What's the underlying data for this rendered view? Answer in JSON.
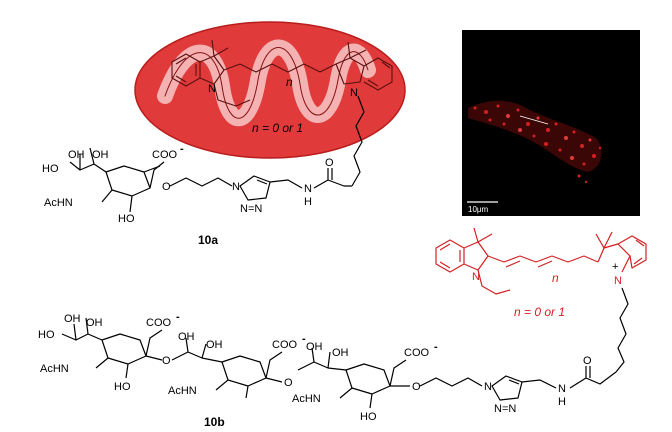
{
  "compound_a": {
    "label": "10a",
    "n_note": "n = 0 or 1",
    "n_index": "n",
    "atoms": {
      "coo": "COO",
      "charge_minus": "-",
      "oh1": "OH",
      "oh2": "OH",
      "ho1": "HO",
      "acnh": "AcHN",
      "ho2": "HO",
      "o_link": "O",
      "n_triazole": "N",
      "nn": "N=N",
      "nh": "N",
      "h": "H",
      "o_carbonyl": "O",
      "n_indole_left": "N",
      "n_plus": "N"
    }
  },
  "compound_b": {
    "label": "10b",
    "n_note": "n = 0 or 1",
    "n_index": "n",
    "plus": "+",
    "atoms": {
      "coo1": "COO",
      "coo2": "COO",
      "coo3": "COO",
      "charge_minus": "-",
      "oh1": "OH",
      "oh2": "OH",
      "oh3": "OH",
      "oh4": "OH",
      "oh5": "OH",
      "oh6": "OH",
      "ho1": "HO",
      "ho2": "HO",
      "ho3": "HO",
      "acnh1": "AcHN",
      "acnh2": "AcHN",
      "acnh3": "AcHN",
      "o1": "O",
      "o2": "O",
      "o3": "O",
      "n_triazole": "N",
      "nn": "N=N",
      "nh": "N",
      "h": "H",
      "o_carbonyl": "O",
      "n_indole_left": "N",
      "n_plus": "N"
    }
  },
  "micrograph": {
    "scale_label": "10μm",
    "background": "#000000",
    "signal_color": "#d42020"
  },
  "colors": {
    "ink": "#000000",
    "dye_red": "#d42020",
    "ellipse_red": "#e03a3a"
  }
}
